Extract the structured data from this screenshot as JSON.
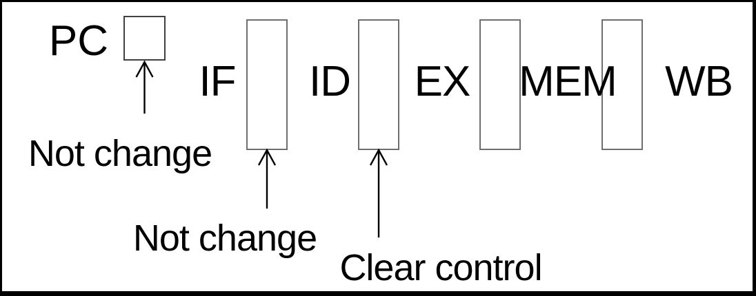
{
  "diagram": {
    "title_hint": "pipeline-flush-diagram",
    "pc_label": "PC",
    "stages": [
      {
        "label": "IF"
      },
      {
        "label": "ID"
      },
      {
        "label": "EX"
      },
      {
        "label": "MEM"
      },
      {
        "label": "WB"
      }
    ],
    "annotations": [
      {
        "text": "Not change",
        "target": "pc-box"
      },
      {
        "text": "Not change",
        "target": "if-id-register"
      },
      {
        "text": "Clear control",
        "target": "id-ex-register"
      }
    ],
    "colors": {
      "background": "#ffffff",
      "frame_border": "#000000",
      "register_border": "#6e6e6e",
      "pc_box_border": "#3f3f3f",
      "arrow": "#000000",
      "text": "#000000"
    }
  }
}
